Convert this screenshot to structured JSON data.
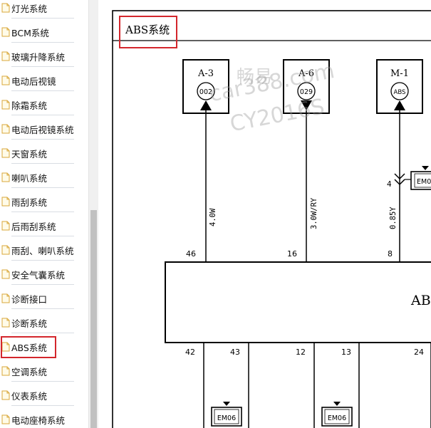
{
  "sidebar": {
    "items": [
      {
        "label": "灯光系统"
      },
      {
        "label": "BCM系统"
      },
      {
        "label": "玻璃升降系统"
      },
      {
        "label": "电动后视镜"
      },
      {
        "label": "除霜系统"
      },
      {
        "label": "电动后视镜系统"
      },
      {
        "label": "天窗系统"
      },
      {
        "label": "喇叭系统"
      },
      {
        "label": "雨刮系统"
      },
      {
        "label": "后雨刮系统"
      },
      {
        "label": "雨刮、喇叭系统"
      },
      {
        "label": "安全气囊系统"
      },
      {
        "label": "诊断接口"
      },
      {
        "label": "诊断系统"
      },
      {
        "label": "ABS系统",
        "selected": true
      },
      {
        "label": "空调系统"
      },
      {
        "label": "仪表系统"
      },
      {
        "label": "电动座椅系统"
      }
    ]
  },
  "diagram": {
    "title": "ABS系统",
    "module_label": "ABS",
    "connectors": [
      {
        "name": "A-3",
        "code": "002"
      },
      {
        "name": "A-6",
        "code": "029"
      },
      {
        "name": "M-1",
        "code": "ABS"
      }
    ],
    "wires": [
      "4.0W",
      "3.0W/RY",
      "0.85Y"
    ],
    "top_pins": [
      "46",
      "16",
      "8"
    ],
    "bottom_pins": [
      "42",
      "43",
      "12",
      "13",
      "24"
    ],
    "side_pin": "4",
    "grounds": [
      "EM0",
      "EM06",
      "EM06"
    ]
  },
  "watermark": {
    "line1": "畅易",
    "line2": "car388.com",
    "line3": "CY2016S"
  },
  "colors": {
    "highlight": "#d3262c",
    "line": "#000000",
    "scrollbar_thumb": "#c1c1c1"
  }
}
